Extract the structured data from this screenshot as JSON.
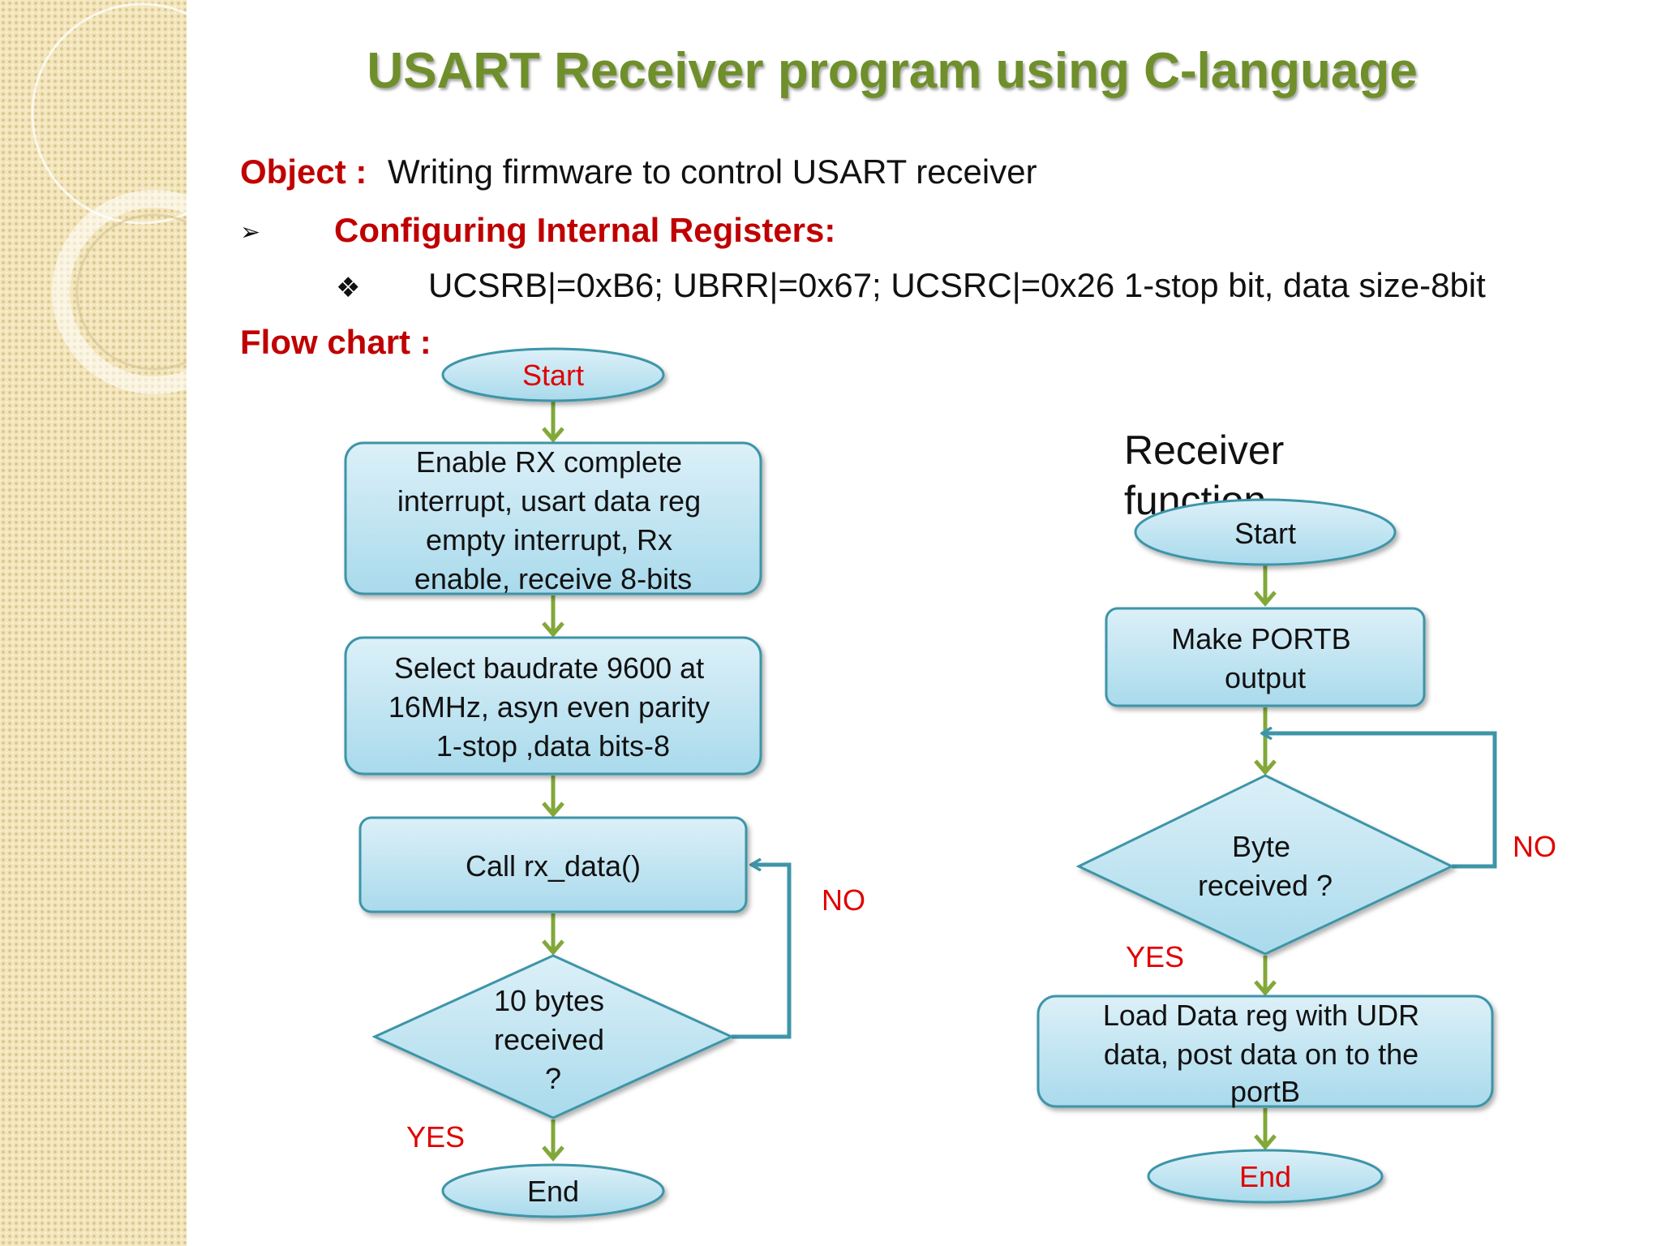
{
  "title": "USART Receiver program using C-language",
  "object": {
    "label": "Object :",
    "text": "Writing firmware to control USART receiver"
  },
  "config": {
    "bullet": "➢",
    "heading": "Configuring Internal Registers:",
    "sub_bullet": "❖",
    "registers": "UCSRB|=0xB6;  UBRR|=0x67;  UCSRC|=0x26  1-stop bit, data size-8bit"
  },
  "flow_label": "Flow chart :",
  "main_flow": {
    "start": "Start",
    "step1": [
      "Enable RX complete",
      "interrupt, usart data reg",
      "empty interrupt, Rx",
      "enable, receive 8-bits"
    ],
    "step2": [
      "Select baudrate 9600 at",
      "16MHz, asyn even parity",
      "1-stop ,data bits-8"
    ],
    "step3": "Call rx_data()",
    "decision": [
      "10 bytes",
      "received",
      "?"
    ],
    "yes": "YES",
    "no": "NO",
    "end": "End"
  },
  "receiver_flow": {
    "caption": [
      "Receiver",
      "function"
    ],
    "start": "Start",
    "step1": [
      "Make PORTB",
      "output"
    ],
    "decision": [
      "Byte",
      "received ?"
    ],
    "yes": "YES",
    "no": "NO",
    "step2": [
      "Load Data reg with UDR",
      "data, post data on to the",
      "portB"
    ],
    "end": "End"
  }
}
